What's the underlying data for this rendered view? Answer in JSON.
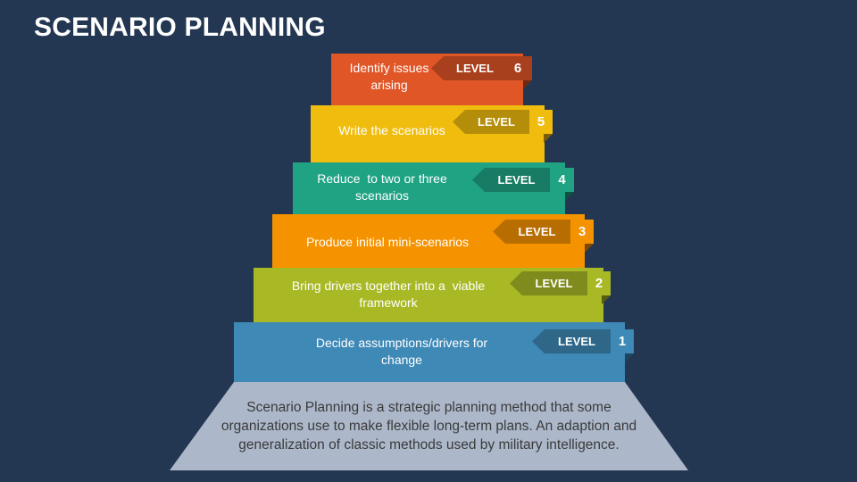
{
  "title": "SCENARIO PLANNING",
  "levels": [
    {
      "id": 6,
      "tag_label": "LEVEL",
      "number": "6",
      "text": "Identify issues arising",
      "line1": "Identify issues",
      "line2": "arising",
      "color": "#e05627",
      "tag_color": "#a8401d",
      "fold_color": "#6e2a13"
    },
    {
      "id": 5,
      "tag_label": "LEVEL",
      "number": "5",
      "text": "Write the scenarios",
      "line1": "Write the scenarios",
      "line2": "",
      "color": "#f0bc0e",
      "tag_color": "#b48d0a",
      "fold_color": "#7a5f07"
    },
    {
      "id": 4,
      "tag_label": "LEVEL",
      "number": "4",
      "text": "Reduce  to two or three scenarios",
      "line1": "Reduce  to two or three",
      "line2": "scenarios",
      "color": "#1fa383",
      "tag_color": "#187b63",
      "fold_color": "#0f5242"
    },
    {
      "id": 3,
      "tag_label": "LEVEL",
      "number": "3",
      "text": "Produce initial mini-scenarios",
      "line1": "Produce initial mini-scenarios",
      "line2": "",
      "color": "#f59200",
      "tag_color": "#b86d00",
      "fold_color": "#7a4900"
    },
    {
      "id": 2,
      "tag_label": "LEVEL",
      "number": "2",
      "text": "Bring drivers together into a  viable framework",
      "line1": "Bring drivers together into a  viable",
      "line2": "framework",
      "color": "#a9b925",
      "tag_color": "#7f8b1c",
      "fold_color": "#555d12"
    },
    {
      "id": 1,
      "tag_label": "LEVEL",
      "number": "1",
      "text": "Decide assumptions/drivers for change",
      "line1": "Decide assumptions/drivers for",
      "line2": "change",
      "color": "#3f89b6",
      "tag_color": "#2f6789",
      "fold_color": "#1f455c"
    }
  ],
  "base": {
    "text": "Scenario Planning is a strategic planning method that some organizations use to make flexible long-term plans. An adaption and generalization of classic methods used by military intelligence.",
    "line1": "Scenario Planning is a strategic planning method that some",
    "line2": "organizations use to make flexible long-term plans. An adaption and",
    "line3": "generalization of classic methods used by military intelligence.",
    "color": "#acb8ca"
  },
  "colors": {
    "background": "#243752",
    "title": "#ffffff"
  }
}
